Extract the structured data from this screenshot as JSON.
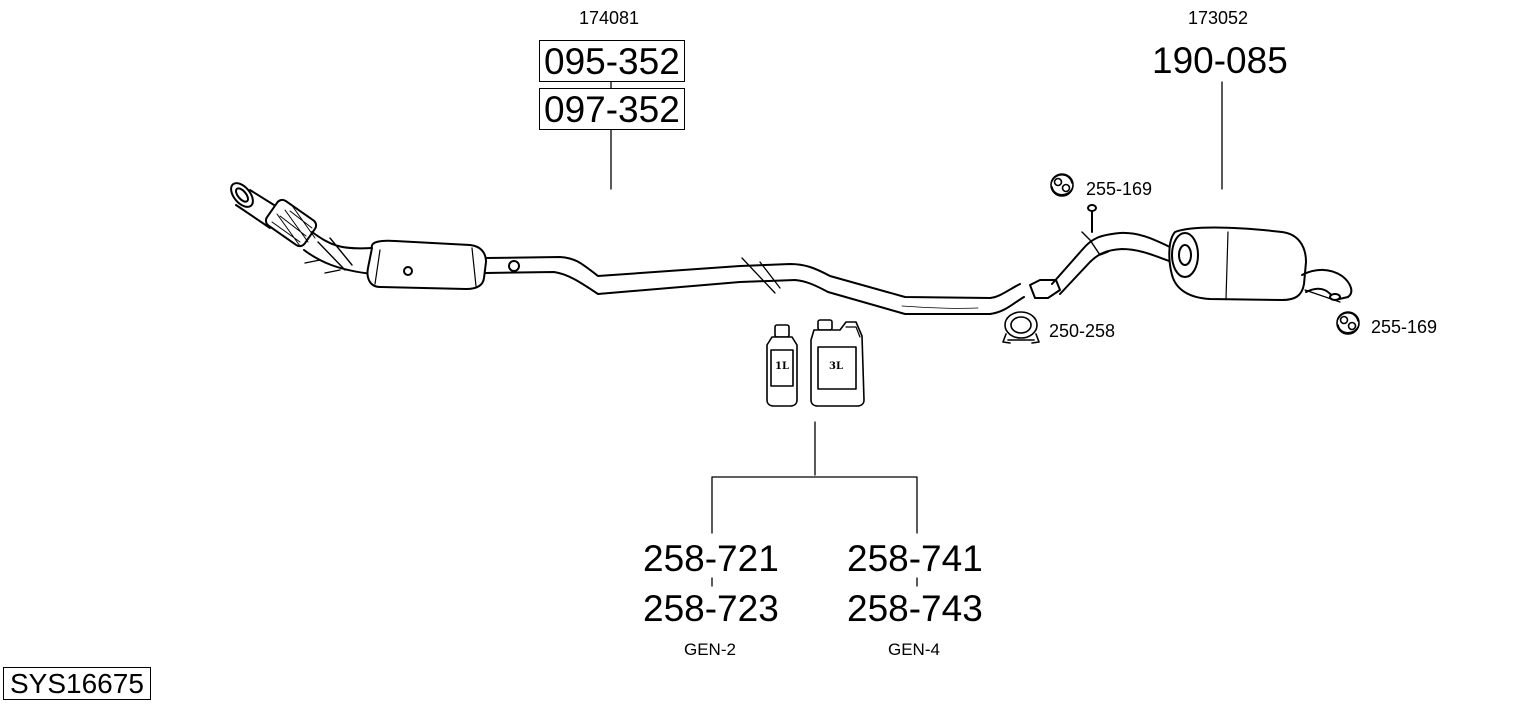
{
  "catalog_numbers": {
    "front": "174081",
    "rear": "173052"
  },
  "parts": {
    "front_primary": "095-352",
    "front_alternate": "097-352",
    "rear_silencer": "190-085",
    "hanger_top": "255-169",
    "hanger_rear": "255-169",
    "clamp": "250-258"
  },
  "fluids": {
    "small_bottle": "1L",
    "large_canister": "3L",
    "gen2_primary": "258-721",
    "gen2_alternate": "258-723",
    "gen2_label": "GEN-2",
    "gen4_primary": "258-741",
    "gen4_alternate": "258-743",
    "gen4_label": "GEN-4"
  },
  "system_id": "SYS16675",
  "icons": [
    "rubber-hanger-icon",
    "pipe-clamp-icon",
    "fluid-bottle-icon",
    "fluid-canister-icon"
  ]
}
